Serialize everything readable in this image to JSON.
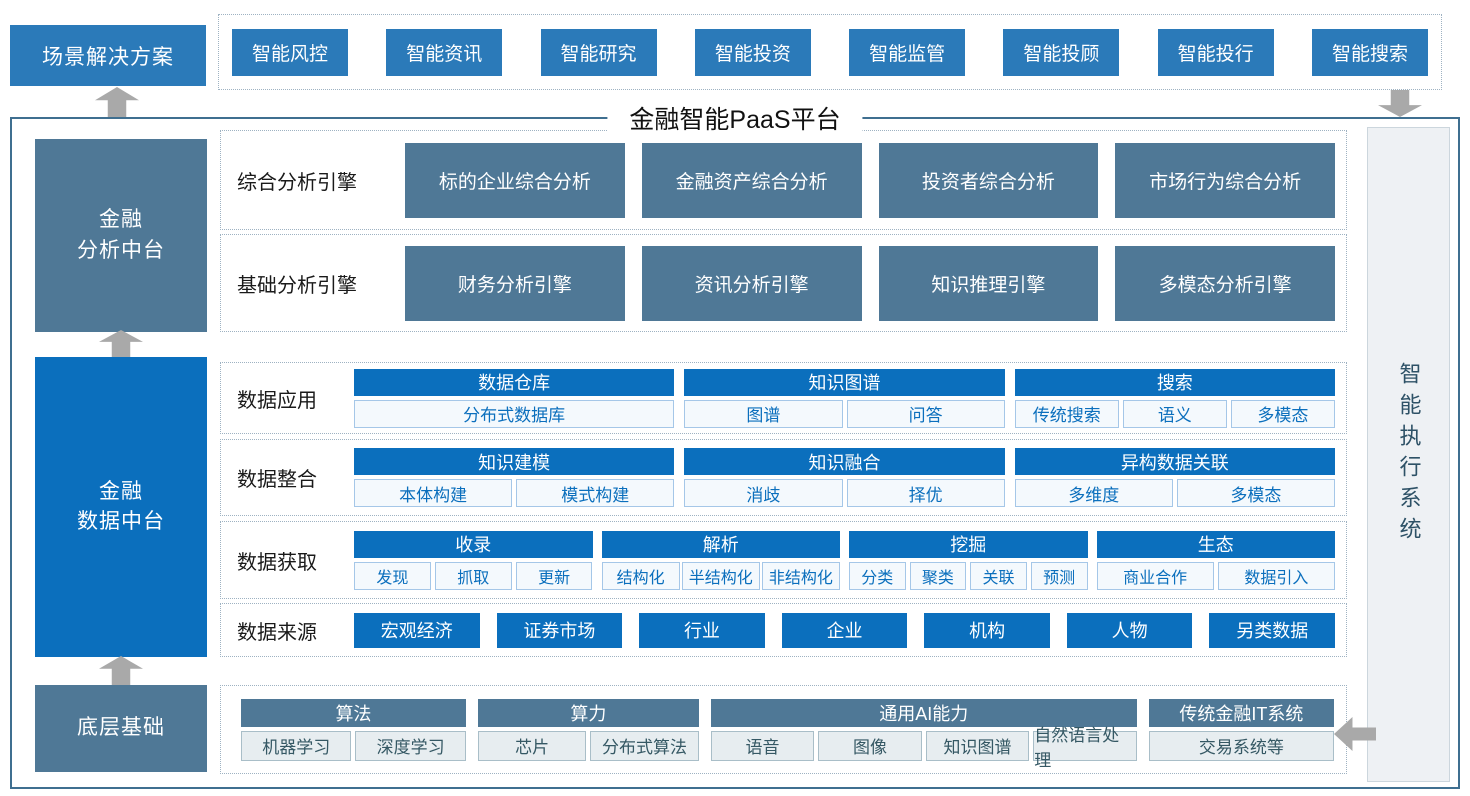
{
  "title": "金融智能PaaS平台",
  "scenario_box": "场景解决方案",
  "solutions": [
    "智能风控",
    "智能资讯",
    "智能研究",
    "智能投资",
    "智能监管",
    "智能投顾",
    "智能投行",
    "智能搜索"
  ],
  "left_column": {
    "analysis_label": "金融\n分析中台",
    "data_label": "金融\n数据中台",
    "base_label": "底层基础"
  },
  "right_column": {
    "label": "智能执行系统"
  },
  "engine_rows": [
    {
      "label": "综合分析引擎",
      "boxes": [
        "标的企业综合分析",
        "金融资产综合分析",
        "投资者综合分析",
        "市场行为综合分析"
      ]
    },
    {
      "label": "基础分析引擎",
      "boxes": [
        "财务分析引擎",
        "资讯分析引擎",
        "知识推理引擎",
        "多模态分析引擎"
      ]
    }
  ],
  "data_rows": [
    {
      "label": "数据应用",
      "groups": [
        {
          "header": "数据仓库",
          "subs": [
            "分布式数据库"
          ]
        },
        {
          "header": "知识图谱",
          "subs": [
            "图谱",
            "问答"
          ]
        },
        {
          "header": "搜索",
          "subs": [
            "传统搜索",
            "语义",
            "多模态"
          ]
        }
      ]
    },
    {
      "label": "数据整合",
      "groups": [
        {
          "header": "知识建模",
          "subs": [
            "本体构建",
            "模式构建"
          ]
        },
        {
          "header": "知识融合",
          "subs": [
            "消歧",
            "择优"
          ]
        },
        {
          "header": "异构数据关联",
          "subs": [
            "多维度",
            "多模态"
          ]
        }
      ]
    },
    {
      "label": "数据获取",
      "groups": [
        {
          "header": "收录",
          "subs": [
            "发现",
            "抓取",
            "更新"
          ]
        },
        {
          "header": "解析",
          "subs": [
            "结构化",
            "半结构化",
            "非结构化"
          ]
        },
        {
          "header": "挖掘",
          "subs": [
            "分类",
            "聚类",
            "关联",
            "预测"
          ]
        },
        {
          "header": "生态",
          "subs": [
            "商业合作",
            "数据引入"
          ]
        }
      ]
    },
    {
      "label": "数据来源",
      "boxes": [
        "宏观经济",
        "证券市场",
        "行业",
        "企业",
        "机构",
        "人物",
        "另类数据"
      ]
    }
  ],
  "base_row": {
    "groups": [
      {
        "header": "算法",
        "subs": [
          "机器学习",
          "深度学习"
        ]
      },
      {
        "header": "算力",
        "subs": [
          "芯片",
          "分布式算法"
        ]
      },
      {
        "header": "通用AI能力",
        "subs": [
          "语音",
          "图像",
          "知识图谱",
          "自然语言处理"
        ]
      },
      {
        "header": "传统金融IT系统",
        "subs": [
          "交易系统等"
        ]
      }
    ]
  },
  "colors": {
    "bright_blue": "#0b6fbd",
    "medium_blue": "#2b7ab9",
    "slate_blue": "#4f7896",
    "frame_blue": "#3f6f90",
    "dotted_border": "#9eb2c2",
    "arrow_gray": "#a9a9a9"
  }
}
